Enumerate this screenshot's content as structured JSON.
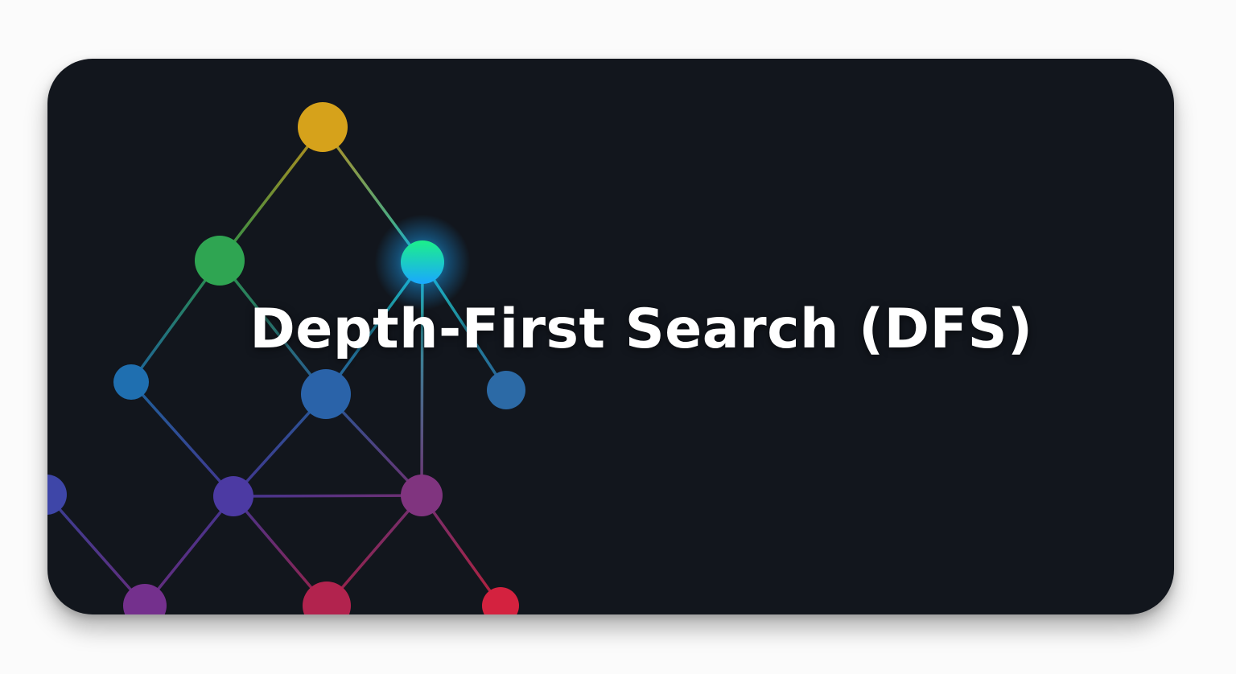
{
  "title": "Depth-First Search (DFS)",
  "colors": {
    "card_background": "#12161d",
    "page_background": "#fbfbfb",
    "title_text": "#ffffff",
    "highlighted_node": "#19d7ff"
  },
  "graph": {
    "nodes": [
      {
        "id": "n1",
        "color": "#d6a21b"
      },
      {
        "id": "n2",
        "color": "#2fa552"
      },
      {
        "id": "n3",
        "color": "#1ad3c9",
        "highlighted": true
      },
      {
        "id": "n4",
        "color": "#1f6fb0"
      },
      {
        "id": "n5",
        "color": "#2a63a9"
      },
      {
        "id": "n6",
        "color": "#2c6aa6"
      },
      {
        "id": "n7",
        "color": "#3e46a8"
      },
      {
        "id": "n8",
        "color": "#4c3aa3"
      },
      {
        "id": "n9",
        "color": "#80347f"
      },
      {
        "id": "n10",
        "color": "#74308d"
      },
      {
        "id": "n11",
        "color": "#b2234e"
      },
      {
        "id": "n12",
        "color": "#d4223f"
      }
    ],
    "edges": [
      [
        "n1",
        "n2"
      ],
      [
        "n1",
        "n3"
      ],
      [
        "n2",
        "n4"
      ],
      [
        "n2",
        "n5"
      ],
      [
        "n3",
        "n5"
      ],
      [
        "n3",
        "n6"
      ],
      [
        "n3",
        "n9"
      ],
      [
        "n4",
        "n8"
      ],
      [
        "n5",
        "n8"
      ],
      [
        "n5",
        "n9"
      ],
      [
        "n8",
        "n9"
      ],
      [
        "n7",
        "n10"
      ],
      [
        "n8",
        "n10"
      ],
      [
        "n8",
        "n11"
      ],
      [
        "n9",
        "n11"
      ],
      [
        "n9",
        "n12"
      ]
    ]
  }
}
